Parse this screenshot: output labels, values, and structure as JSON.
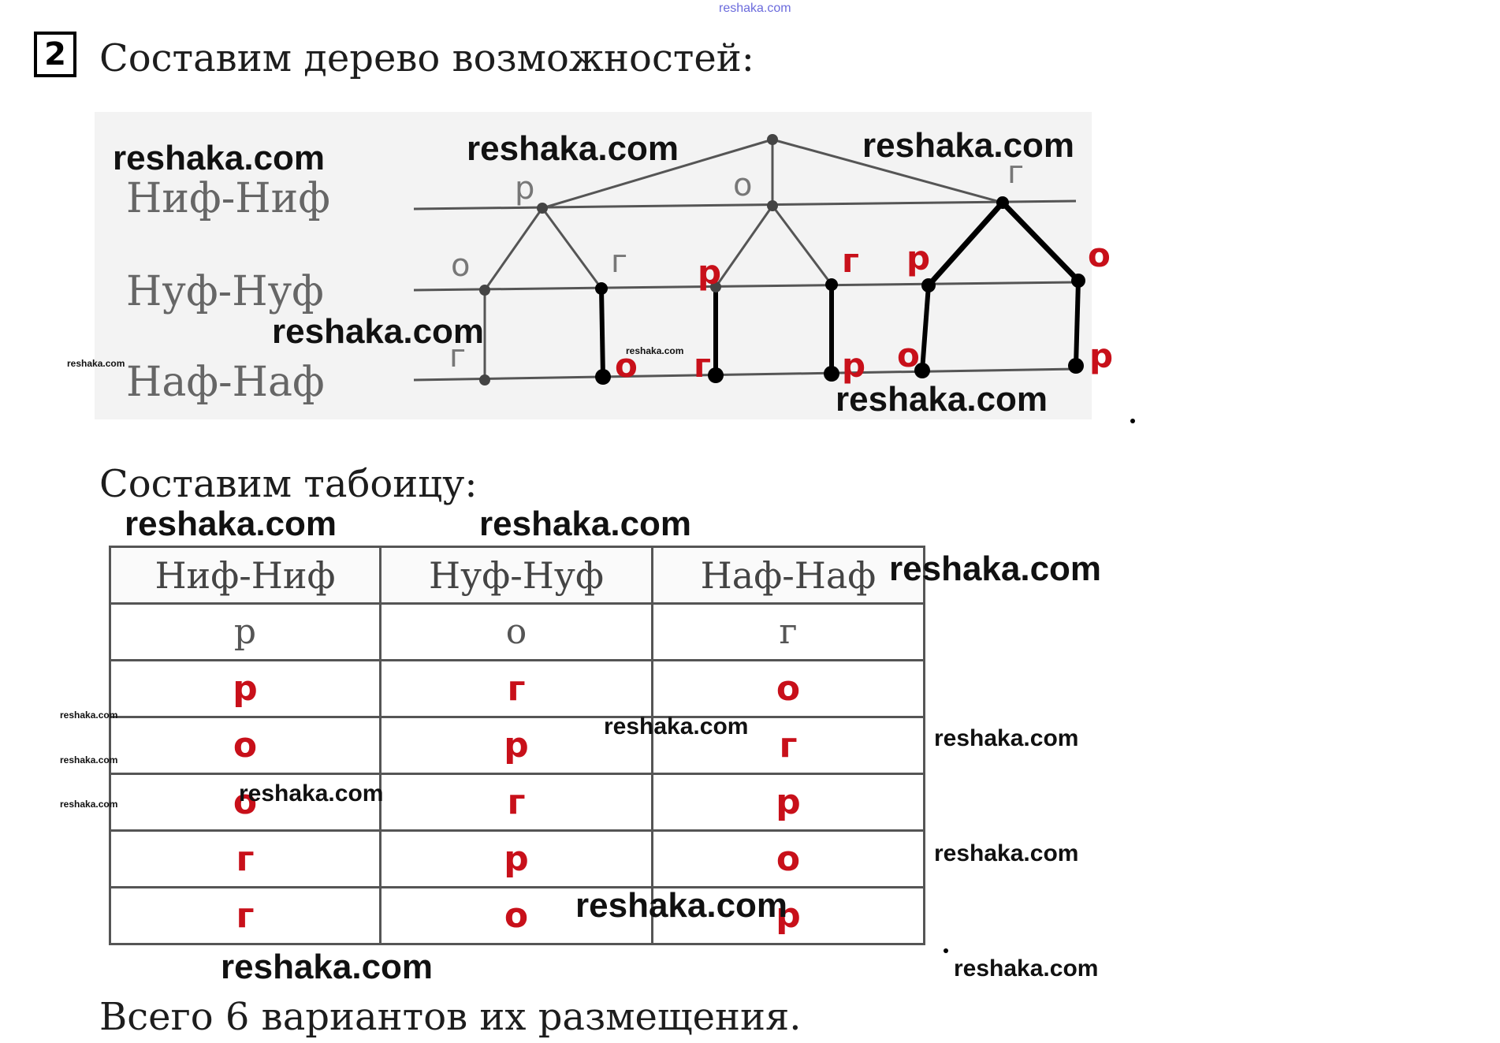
{
  "task_number": "2",
  "heading_tree": "Составим дерево возможностей:",
  "heading_table": "Составим табоицу:",
  "conclusion": "Всего 6 вариантов их размещения.",
  "watermark": "reshaka.com",
  "tree": {
    "levels": [
      "Ниф-Ниф",
      "Нуф-Нуф",
      "Наф-Наф"
    ],
    "level1": [
      "р",
      "о",
      "г"
    ],
    "level2": [
      "о",
      "г",
      "р",
      "г",
      "р",
      "о"
    ],
    "level3": [
      "г",
      "о",
      "г",
      "р",
      "о",
      "р"
    ]
  },
  "table": {
    "headers": [
      "Ниф-Ниф",
      "Нуф-Нуф",
      "Наф-Наф"
    ],
    "rows": [
      [
        "р",
        "о",
        "г"
      ],
      [
        "р",
        "г",
        "о"
      ],
      [
        "о",
        "р",
        "г"
      ],
      [
        "о",
        "г",
        "р"
      ],
      [
        "г",
        "р",
        "о"
      ],
      [
        "г",
        "о",
        "р"
      ]
    ]
  },
  "colors": {
    "highlight": "#c8101a",
    "text": "#1d1d1d"
  }
}
